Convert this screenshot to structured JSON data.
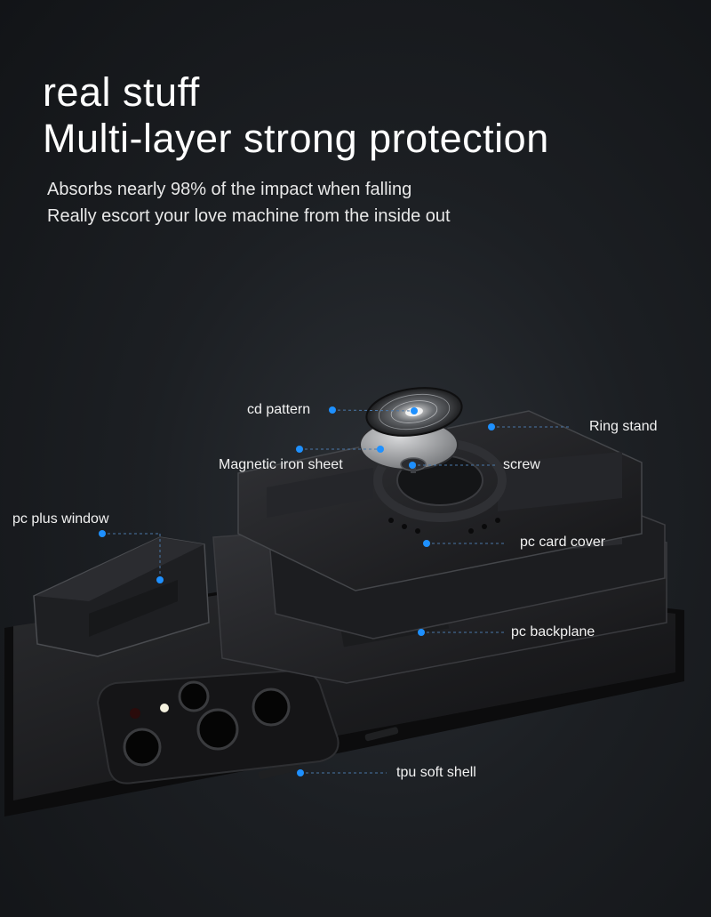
{
  "heading": {
    "line1": "real stuff",
    "line2": "Multi-layer strong protection"
  },
  "subheading": {
    "line1": "Absorbs nearly 98% of the impact when falling",
    "line2": "Really escort your love machine from the inside out"
  },
  "callouts": {
    "cd_pattern": "cd pattern",
    "ring_stand": "Ring stand",
    "magnetic_iron_sheet": "Magnetic iron sheet",
    "screw": "screw",
    "pc_plus_window": "pc plus window",
    "pc_card_cover": "pc card cover",
    "pc_backplane": "pc backplane",
    "tpu_soft_shell": "tpu soft shell"
  },
  "colors": {
    "accent_dot": "#1e90ff",
    "case_black": "#1a1b1d",
    "background": "#1c1f23"
  }
}
